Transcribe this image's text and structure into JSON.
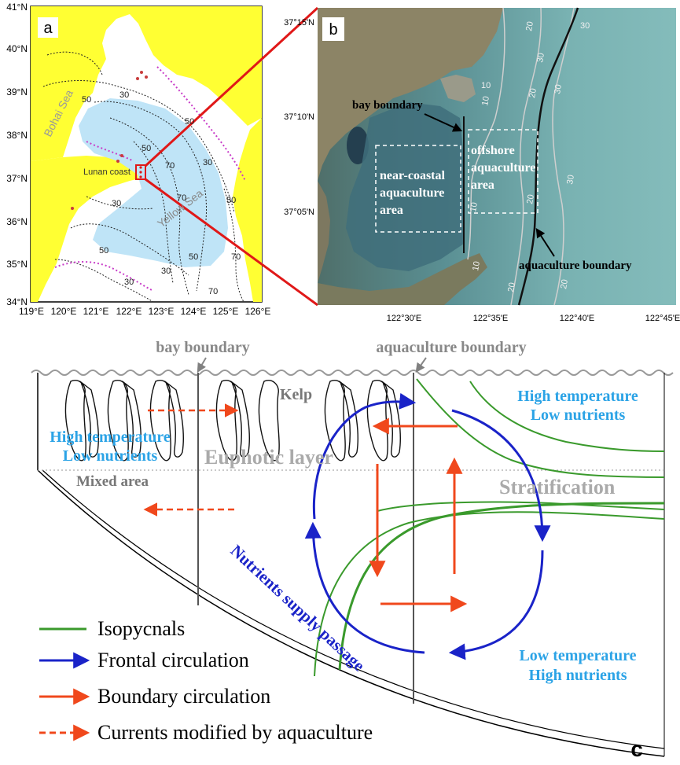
{
  "panel_a": {
    "label": "a",
    "lat_labels": [
      "41°N",
      "40°N",
      "39°N",
      "38°N",
      "37°N",
      "36°N",
      "35°N",
      "34°N"
    ],
    "lon_labels": [
      "119°E",
      "120°E",
      "121°E",
      "122°E",
      "123°E",
      "124°E",
      "125°E",
      "126°E"
    ],
    "bohai_label": "Bohai Sea",
    "yellow_label": "Yellow Sea",
    "lunan_label": "Lunan coast",
    "contour_labels": [
      "50",
      "30",
      "50",
      "50",
      "30",
      "70",
      "50",
      "70",
      "30",
      "70",
      "50",
      "30",
      "70",
      "30",
      "50"
    ]
  },
  "panel_b": {
    "label": "b",
    "lat_labels": [
      "37°15'N",
      "37°10'N",
      "37°05'N"
    ],
    "lon_labels": [
      "122°30'E",
      "122°35'E",
      "122°40'E",
      "122°45'E"
    ],
    "bay_boundary": "bay boundary",
    "near_coastal": [
      "near-coastal",
      "aquaculture",
      "area"
    ],
    "offshore": [
      "offshore",
      "aquaculture",
      "area"
    ],
    "aquaculture_boundary": "aquaculture boundary",
    "depth_labels": [
      "20",
      "30",
      "10",
      "30",
      "10",
      "30",
      "20",
      "10",
      "20",
      "30",
      "20",
      "10",
      "20"
    ]
  },
  "panel_c": {
    "label": "c",
    "bay_boundary": "bay boundary",
    "aquaculture_boundary": "aquaculture boundary",
    "kelp": "Kelp",
    "euphotic": "Euphotic layer",
    "mixed": "Mixed area",
    "stratification": "Stratification",
    "left_text": [
      "High temperature",
      "Low nutrients"
    ],
    "right_top_text": [
      "High temperature",
      "Low nutrients"
    ],
    "right_bottom_text": [
      "Low temperature",
      "High nutrients"
    ],
    "passage": "Nutrients supply passage",
    "legend": [
      "Isopycnals",
      "Frontal circulation",
      "Boundary circulation",
      "Currents modified by aquaculture"
    ]
  },
  "colors": {
    "land": "#ffff33",
    "highlight_water": "#bfe4f7",
    "satellite_sea": "#6aa3a3",
    "isopycnal": "#3a9a2c",
    "frontal": "#1a23c8",
    "boundary": "#f0481c",
    "modified": "#f0481c",
    "cyan_text": "#2ba3e6",
    "gray_text": "#808080",
    "callout": "#e01818"
  }
}
